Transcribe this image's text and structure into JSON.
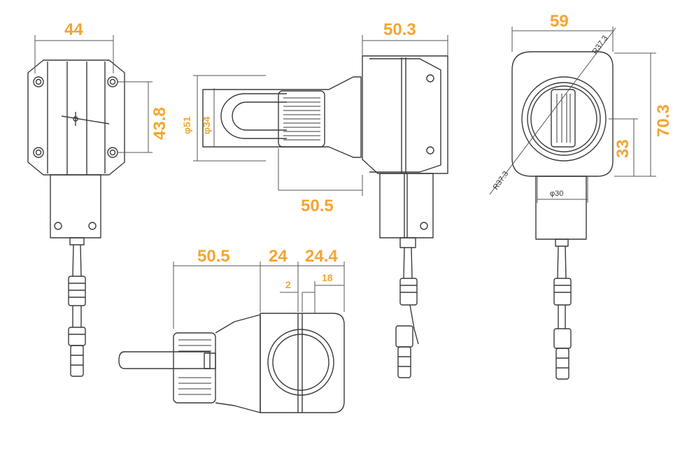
{
  "colors": {
    "line": "#3a3a3a",
    "dimension": "#f4a531",
    "dim_line": "#555555",
    "background": "#ffffff"
  },
  "dimensions": {
    "view1_width": "44",
    "view1_height": "43.8",
    "view2_width": "50.3",
    "view2_dia_outer": "φ51",
    "view2_dia_inner": "φ34",
    "view2_length": "50.5",
    "view3_width": "59",
    "view3_height": "70.3",
    "view3_offset": "33",
    "view3_dia": "φ30",
    "view3_radius_a": "R37.3",
    "view3_radius_b": "R37.3",
    "view4_length": "50.5",
    "view4_clamp": "24",
    "view4_total": "24.4",
    "view4_gap": "2",
    "view4_depth": "18"
  }
}
